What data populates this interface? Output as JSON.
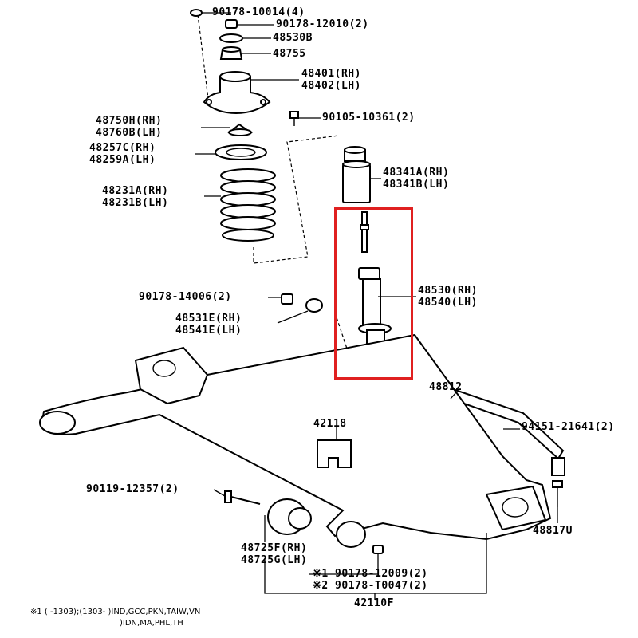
{
  "diagram": {
    "highlight_color": "#e02020",
    "labels": {
      "nut_top": "90178-10014(4)",
      "nut_2": "90178-12010(2)",
      "seat_48530b": "48530B",
      "bumper_48755": "48755",
      "support_rh": "48401(RH)",
      "support_lh": "48402(LH)",
      "bolt_90105": "90105-10361(2)",
      "upper_seat_rh": "48750H(RH)",
      "upper_seat_lh": "48760B(LH)",
      "insulator_rh": "48257C(RH)",
      "insulator_lh": "48259A(LH)",
      "spring_rh": "48231A(RH)",
      "spring_lh": "48231B(LH)",
      "boot_rh": "48341A(RH)",
      "boot_lh": "48341B(LH)",
      "nut_14006": "90178-14006(2)",
      "cushion_rh": "48531E(RH)",
      "cushion_lh": "48541E(LH)",
      "absorber_rh": "48530(RH)",
      "absorber_lh": "48540(LH)",
      "stabilizer": "48812",
      "bush_42118": "42118",
      "bolt_94151": "94151-21641(2)",
      "bolt_90119": "90119-12357(2)",
      "bracket_48817u": "48817U",
      "bush_rh": "48725F(RH)",
      "bush_lh": "48725G(LH)",
      "nut_12009": "※1 90178-12009(2)",
      "nut_t0047": "※2 90178-T0047(2)",
      "beam_42110f": "42110F"
    },
    "footnote_line1": "※1 (      -1303);(1303-        )IND,GCC,PKN,TAIW,VN",
    "footnote_line2": ")IDN,MA,PHL,TH"
  }
}
